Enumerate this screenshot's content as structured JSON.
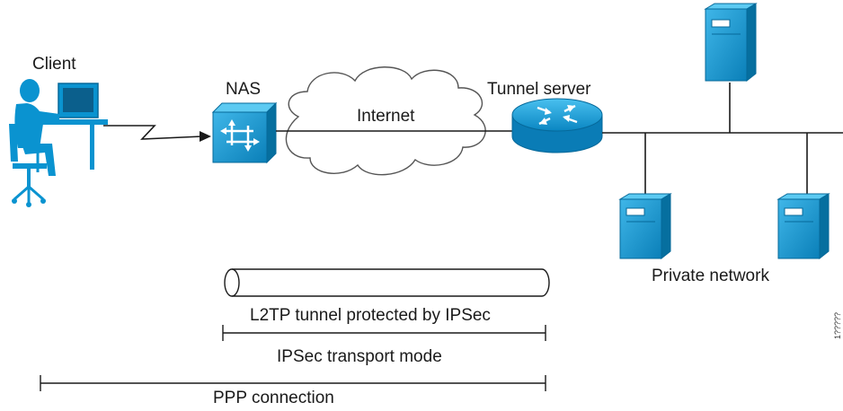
{
  "diagram": {
    "labels": {
      "client": "Client",
      "nas": "NAS",
      "internet": "Internet",
      "tunnel_server": "Tunnel server",
      "private_network": "Private network",
      "l2tp_tunnel": "L2TP tunnel protected by IPSec",
      "ipsec_transport": "IPSec transport mode",
      "ppp_connection": "PPP connection",
      "figure_id": "1?????"
    },
    "nodes": [
      {
        "id": "client",
        "type": "workstation-user",
        "icon": "user-at-computer-icon"
      },
      {
        "id": "nas",
        "type": "network-access-server",
        "icon": "nas-switch-icon"
      },
      {
        "id": "internet",
        "type": "cloud",
        "icon": "internet-cloud-icon"
      },
      {
        "id": "tunnel_server",
        "type": "router",
        "icon": "router-icon"
      },
      {
        "id": "server_top",
        "type": "server",
        "icon": "server-tower-icon"
      },
      {
        "id": "server_bottom_left",
        "type": "server",
        "icon": "server-tower-icon"
      },
      {
        "id": "server_bottom_right",
        "type": "server",
        "icon": "server-tower-icon"
      }
    ],
    "edges": [
      {
        "from": "client",
        "to": "nas",
        "style": "serial-zigzag-arrow"
      },
      {
        "from": "nas",
        "to": "tunnel_server",
        "style": "line-through-cloud"
      },
      {
        "from": "tunnel_server",
        "to": "private_network_bus",
        "style": "line"
      }
    ],
    "spans": [
      {
        "id": "l2tp_tunnel",
        "from": "nas",
        "to": "tunnel_server",
        "style": "tube"
      },
      {
        "id": "ipsec_transport",
        "from": "nas",
        "to": "tunnel_server",
        "style": "bracket"
      },
      {
        "id": "ppp_connection",
        "from": "client",
        "to": "tunnel_server",
        "style": "bracket"
      }
    ],
    "colors": {
      "device_blue": "#0a93d0",
      "device_dark": "#06699a",
      "line": "#1a1a1a",
      "cloud_stroke": "#555555"
    }
  }
}
